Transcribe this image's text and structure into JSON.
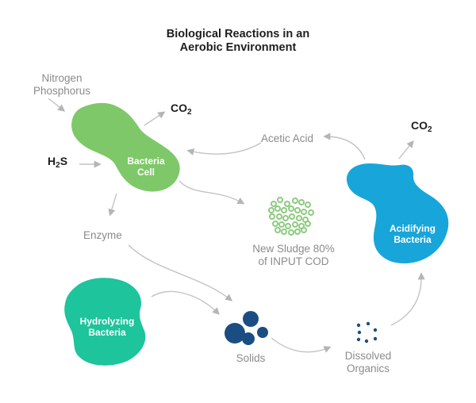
{
  "title": {
    "line1": "Biological Reactions in an",
    "line2": "Aerobic Environment"
  },
  "labels": {
    "nitrogen_phosphorus": {
      "line1": "Nitrogen",
      "line2": "Phosphorus"
    },
    "co2": {
      "base": "CO",
      "sub": "2"
    },
    "h2s": {
      "base": "H",
      "sub": "2",
      "tail": "S"
    },
    "acetic_acid": "Acetic Acid",
    "enzyme": "Enzyme",
    "new_sludge": {
      "line1": "New Sludge 80%",
      "line2": "of INPUT COD"
    },
    "solids": "Solids",
    "dissolved_organics": {
      "line1": "Dissolved",
      "line2": "Organics"
    }
  },
  "nodes": {
    "bacteria_cell": {
      "line1": "Bacteria",
      "line2": "Cell",
      "color": "#7fc869"
    },
    "acidifying_bacteria": {
      "line1": "Acidifying",
      "line2": "Bacteria",
      "color": "#18a5da"
    },
    "hydrolyzing_bacteria": {
      "line1": "Hydrolyzing",
      "line2": "Bacteria",
      "color": "#1dc49c"
    }
  },
  "colors": {
    "green": "#7fc869",
    "blue": "#18a5da",
    "teal": "#1dc49c",
    "navy": "#1a4e82",
    "sludge_ring": "#8ccb7e",
    "arrow": "#c3c3c3",
    "arrowhead": "#b5b5b5",
    "gray_text": "#8b8b8b",
    "dark_text": "#1e1e1e"
  },
  "clusters": {
    "new_sludge": {
      "ring_radius": 3,
      "ring_stroke_width": 2,
      "dots": [
        [
          345,
          257
        ],
        [
          353,
          252
        ],
        [
          362,
          257
        ],
        [
          372,
          253
        ],
        [
          380,
          255
        ],
        [
          388,
          258
        ],
        [
          342,
          265
        ],
        [
          350,
          263
        ],
        [
          358,
          265
        ],
        [
          367,
          263
        ],
        [
          375,
          265
        ],
        [
          383,
          267
        ],
        [
          392,
          268
        ],
        [
          343,
          273
        ],
        [
          352,
          273
        ],
        [
          360,
          275
        ],
        [
          368,
          273
        ],
        [
          377,
          275
        ],
        [
          385,
          277
        ],
        [
          347,
          282
        ],
        [
          355,
          283
        ],
        [
          363,
          285
        ],
        [
          372,
          283
        ],
        [
          380,
          285
        ],
        [
          388,
          282
        ],
        [
          350,
          290
        ],
        [
          358,
          292
        ],
        [
          367,
          293
        ],
        [
          375,
          292
        ],
        [
          383,
          290
        ]
      ]
    },
    "solids": {
      "circles": [
        [
          296,
          420,
          13
        ],
        [
          316,
          402,
          10
        ],
        [
          313,
          427,
          8
        ],
        [
          331,
          419,
          7
        ]
      ]
    },
    "dissolved": {
      "dot_radius": 2.2,
      "dots": [
        [
          452,
          410
        ],
        [
          464,
          408
        ],
        [
          453,
          419
        ],
        [
          473,
          416
        ],
        [
          452,
          428
        ],
        [
          462,
          430
        ],
        [
          473,
          427
        ]
      ]
    }
  }
}
